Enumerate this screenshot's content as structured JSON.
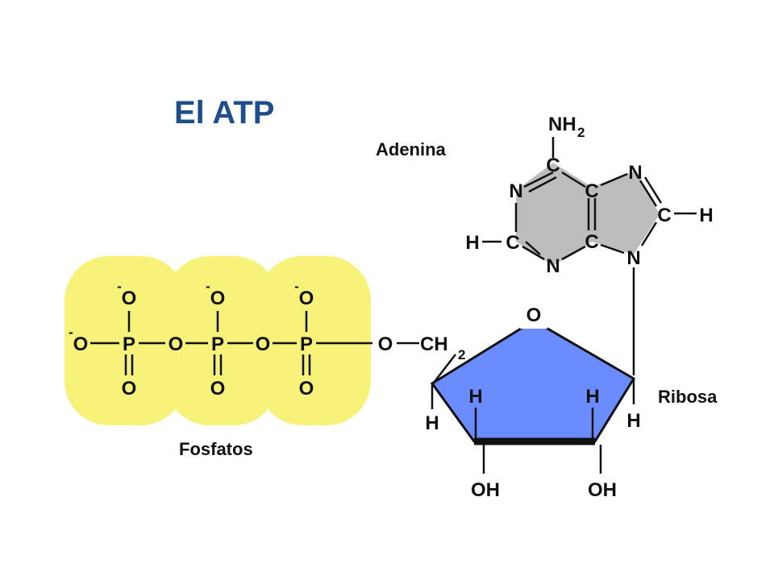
{
  "title": "El ATP",
  "groups": {
    "adenine": "Adenina",
    "ribose": "Ribosa",
    "phosphates": "Fosfatos"
  },
  "atoms": {
    "O": "O",
    "P": "P",
    "N": "N",
    "C": "C",
    "H": "H",
    "NH": "NH",
    "CH": "CH",
    "OH": "OH",
    "sub2": "2",
    "minus": "-"
  },
  "colors": {
    "title": "#1f4e8c",
    "phosphate_fill": "#f6f27a",
    "adenine_fill": "#bdbdbd",
    "ribose_fill": "#6b8cff",
    "ribose_edge": "#111111"
  }
}
